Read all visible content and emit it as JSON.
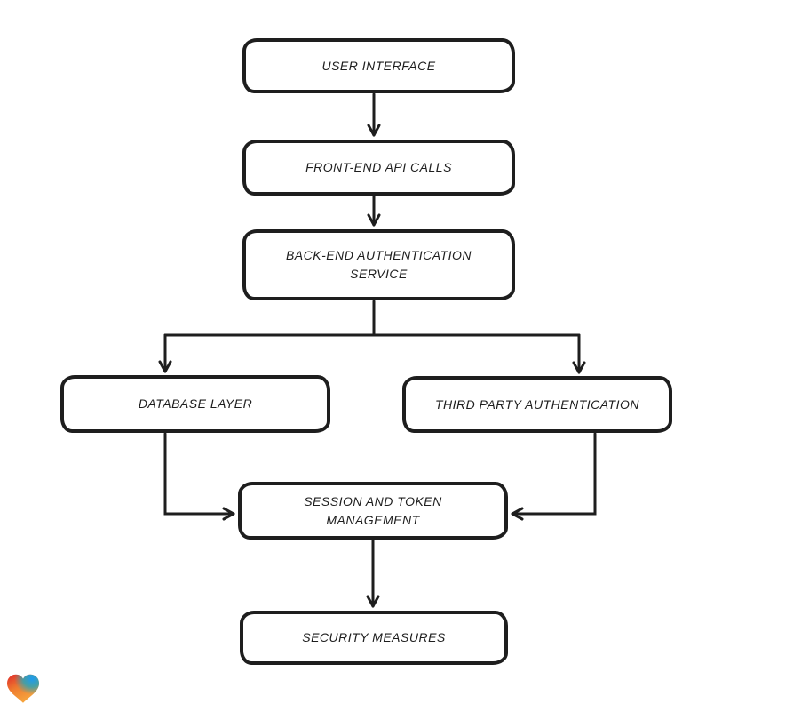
{
  "diagram": {
    "type": "flowchart",
    "style": "hand-drawn",
    "background": "#ffffff",
    "stroke_color": "#1e1e1e",
    "nodes": [
      {
        "id": "user-interface",
        "label": "USER INTERFACE"
      },
      {
        "id": "front-end-api-calls",
        "label": "FRONT-END API CALLS"
      },
      {
        "id": "back-end-auth-service",
        "label": "BACK-END AUTHENTICATION SERVICE"
      },
      {
        "id": "database-layer",
        "label": "DATABASE LAYER"
      },
      {
        "id": "third-party-authentication",
        "label": "THIRD PARTY AUTHENTICATION"
      },
      {
        "id": "session-token-management",
        "label": "SESSION AND TOKEN MANAGEMENT"
      },
      {
        "id": "security-measures",
        "label": "SECURITY MEASURES"
      }
    ],
    "edges": [
      {
        "from": "user-interface",
        "to": "front-end-api-calls"
      },
      {
        "from": "front-end-api-calls",
        "to": "back-end-auth-service"
      },
      {
        "from": "back-end-auth-service",
        "to": "database-layer"
      },
      {
        "from": "back-end-auth-service",
        "to": "third-party-authentication"
      },
      {
        "from": "database-layer",
        "to": "session-token-management"
      },
      {
        "from": "third-party-authentication",
        "to": "session-token-management"
      },
      {
        "from": "session-token-management",
        "to": "security-measures"
      }
    ]
  },
  "footer": {
    "logo_icon": "gradient-heart-icon",
    "logo_colors": [
      "#e02a2a",
      "#ef7d2f",
      "#f7a83e",
      "#2aa5b8",
      "#1d9bf0"
    ]
  }
}
